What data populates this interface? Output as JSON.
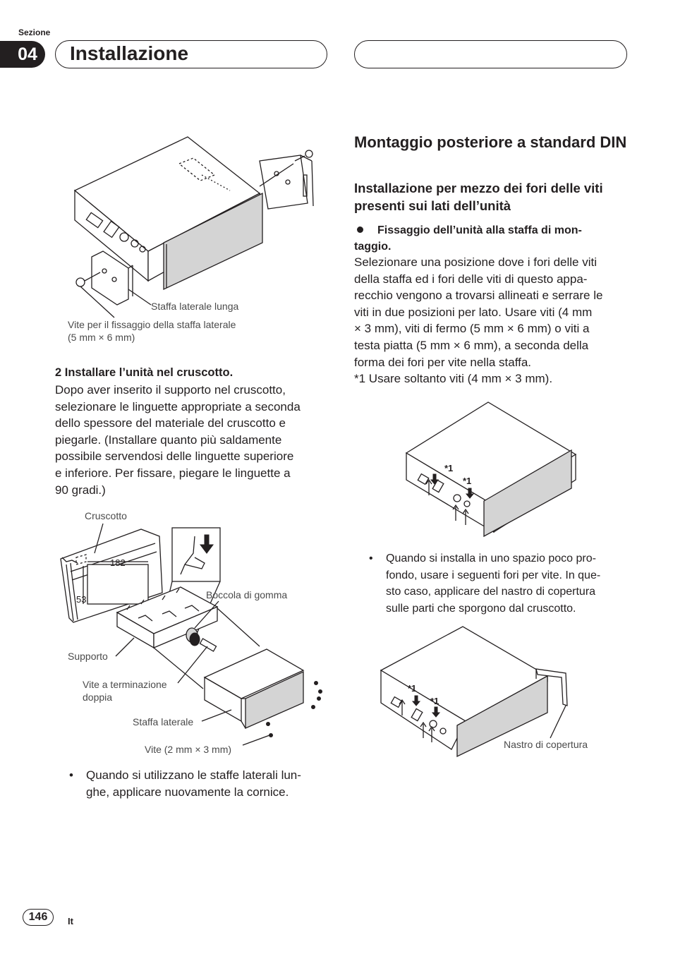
{
  "header": {
    "section_label": "Sezione",
    "section_number": "04",
    "title": "Installazione"
  },
  "left": {
    "fig1": {
      "label_bracket": "Staffa laterale lunga",
      "label_screw_line1": "Vite per il fissaggio della staffa laterale",
      "label_screw_line2": "(5 mm × 6 mm)"
    },
    "step2": {
      "title": "2   Installare l’unità nel cruscotto.",
      "lines": [
        "Dopo aver inserito il supporto nel cruscotto,",
        "selezionare le linguette appropriate a seconda",
        "dello spessore del materiale del cruscotto e",
        "piegarle. (Installare quanto più saldamente",
        "possibile servendosi delle linguette superiore",
        "e inferiore. Per fissare, piegare le linguette a",
        "90 gradi.)"
      ]
    },
    "fig2": {
      "label_dashboard": "Cruscotto",
      "dim_width": "182",
      "dim_height": "53",
      "label_rubber": "Boccola di gomma",
      "label_support": "Supporto",
      "label_double_screw_line1": "Vite a terminazione",
      "label_double_screw_line2": "doppia",
      "label_side_bracket": "Staffa laterale",
      "label_screw": "Vite (2 mm × 3 mm)"
    },
    "bullet": {
      "lines": [
        "Quando si utilizzano le staffe laterali lun-",
        "ghe, applicare nuovamente la cornice."
      ]
    }
  },
  "right": {
    "heading": "Montaggio posteriore a standard DIN",
    "subheading": "Installazione per mezzo dei fori delle viti presenti sui lati dell’unità",
    "bullet_title_line1": "Fissaggio dell’unità alla staffa di mon-",
    "bullet_title_line2": "taggio.",
    "body_lines": [
      "Selezionare una posizione dove i fori delle viti",
      "della staffa ed i fori delle viti di questo appa-",
      "recchio vengono a trovarsi allineati e serrare le",
      "viti in due posizioni per lato. Usare viti (4 mm",
      "× 3 mm), viti di fermo (5 mm × 6 mm) o viti a",
      "testa piatta (5 mm × 6 mm), a seconda della",
      "forma dei fori per vite nella staffa.",
      "*1 Usare soltanto viti (4 mm × 3 mm)."
    ],
    "fig3": {
      "mark1": "*1",
      "mark2": "*1"
    },
    "bullet2_lines": [
      "Quando si installa in uno spazio poco pro-",
      "fondo, usare i seguenti fori per vite. In que-",
      "sto caso, applicare del nastro di copertura",
      "sulle parti che sporgono dal cruscotto."
    ],
    "fig4": {
      "mark1": "*1",
      "mark2": "*1",
      "label_tape": "Nastro di copertura"
    }
  },
  "footer": {
    "page_number": "146",
    "language": "It"
  }
}
